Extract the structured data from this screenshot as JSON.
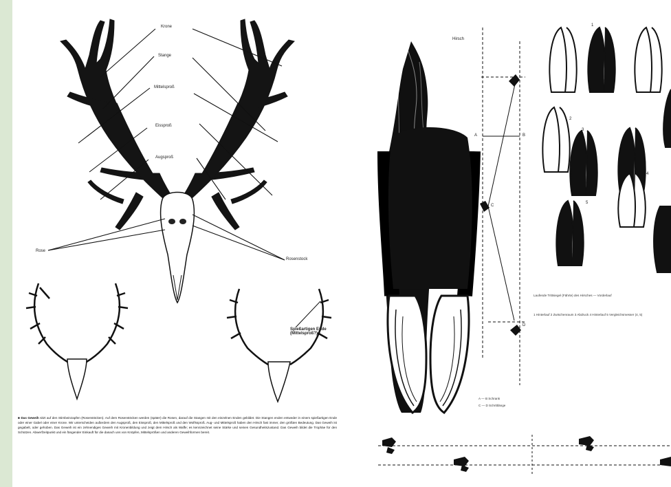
{
  "left_page": {
    "labels": {
      "krone": "Krone",
      "stange": "Stange",
      "mittelsprosse": "Mittelsproß",
      "eissprosse": "Eissproß",
      "augsprosse": "Augsproß",
      "rosenstock": "Rosenstock",
      "rose": "Rose",
      "spiess": "Spießartigen Ende (Mittelsproß?)"
    },
    "caption": {
      "bullet": "■",
      "lead": "Das Geweih",
      "text": "sitzt auf den Stirnbeinzapfen (Rosenstöcken). Auf dem Rosenstöcken werden (später) die Rosen, darauf die Stangen mit den einzelnen Enden gebildet. Die Stangen enden entweder in einem spießartigen Ende oder einer Gabel oder einer Krone. Wir unterscheiden außerdem den Augsproß, den Eissproß, den Mittelsproß und den Wolfssproß. Aug- und Mittelsproß haben den Hirsch fast immer, den größten Bedeutung. Das Geweih ist gegabelt, oder gehoben. Das Geweih ist ein zehnendiges Geweih mit Kronenbildung und zeigt dem Hirsch als Waffe; es kennzeichnet seine Stärke und seinen Gesundheitszustand. Das Geweih bildet die Trophäe für den Schützen. Abwerfzeitpunkt und ein fängender Einkauft für die danach uns von Knöpfen, Mittelsprößen und anderen Geweihformen bereit."
    }
  },
  "right_page": {
    "labels": {
      "hirsch": "Hirsch",
      "a": "A",
      "b": "B",
      "c": "C",
      "d": "D",
      "n1": "1",
      "n2": "2",
      "n3": "3",
      "n4": "4",
      "n5": "5"
    },
    "legend": {
      "line1": "A — B Schrank",
      "line2": "C — D Schrittlänge"
    },
    "note": {
      "line1": "Laufende Trittsiegel (Fährte) des Hirsches — Vorderlauf",
      "line2": "1 Hinterlauf  2 Zwischenraum  3 Abdruck  4 Hinterlauf  5 Vergleichsmesser (4, 5)"
    }
  }
}
